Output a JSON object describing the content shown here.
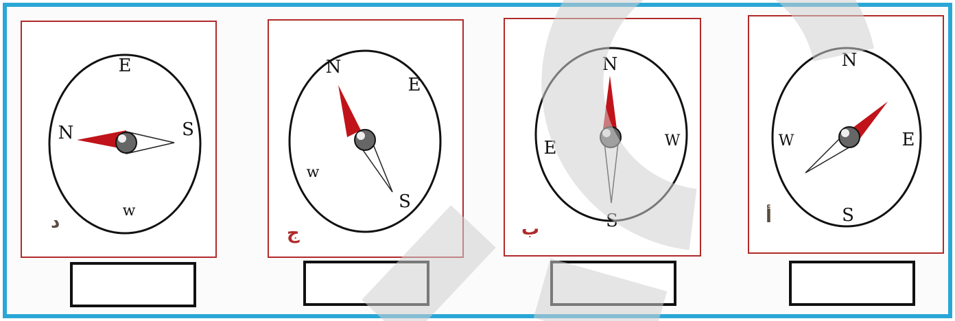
{
  "compasses": [
    {
      "id": "d",
      "label": "د",
      "letters": {
        "n": "N",
        "e": "E",
        "s": "S",
        "w": "w"
      },
      "needle_bearing_deg": 270
    },
    {
      "id": "j",
      "label": "ج",
      "letters": {
        "n": "N",
        "e": "E",
        "s": "S",
        "w": "w"
      },
      "needle_bearing_deg": 335
    },
    {
      "id": "b",
      "label": "ب",
      "letters": {
        "n": "N",
        "e": "E",
        "s": "S",
        "w": "W"
      },
      "needle_bearing_deg": 0
    },
    {
      "id": "a",
      "label": "أ",
      "letters": {
        "n": "N",
        "e": "E",
        "s": "S",
        "w": "W"
      },
      "needle_bearing_deg": 55
    }
  ],
  "answer_boxes": [
    "",
    "",
    "",
    ""
  ],
  "colors": {
    "frame": "#2aa7d6",
    "panel_border": "#b02a2a",
    "needle_north": "#c0141a",
    "label": "#b02a2a",
    "watermark": "#d0d0d0"
  }
}
